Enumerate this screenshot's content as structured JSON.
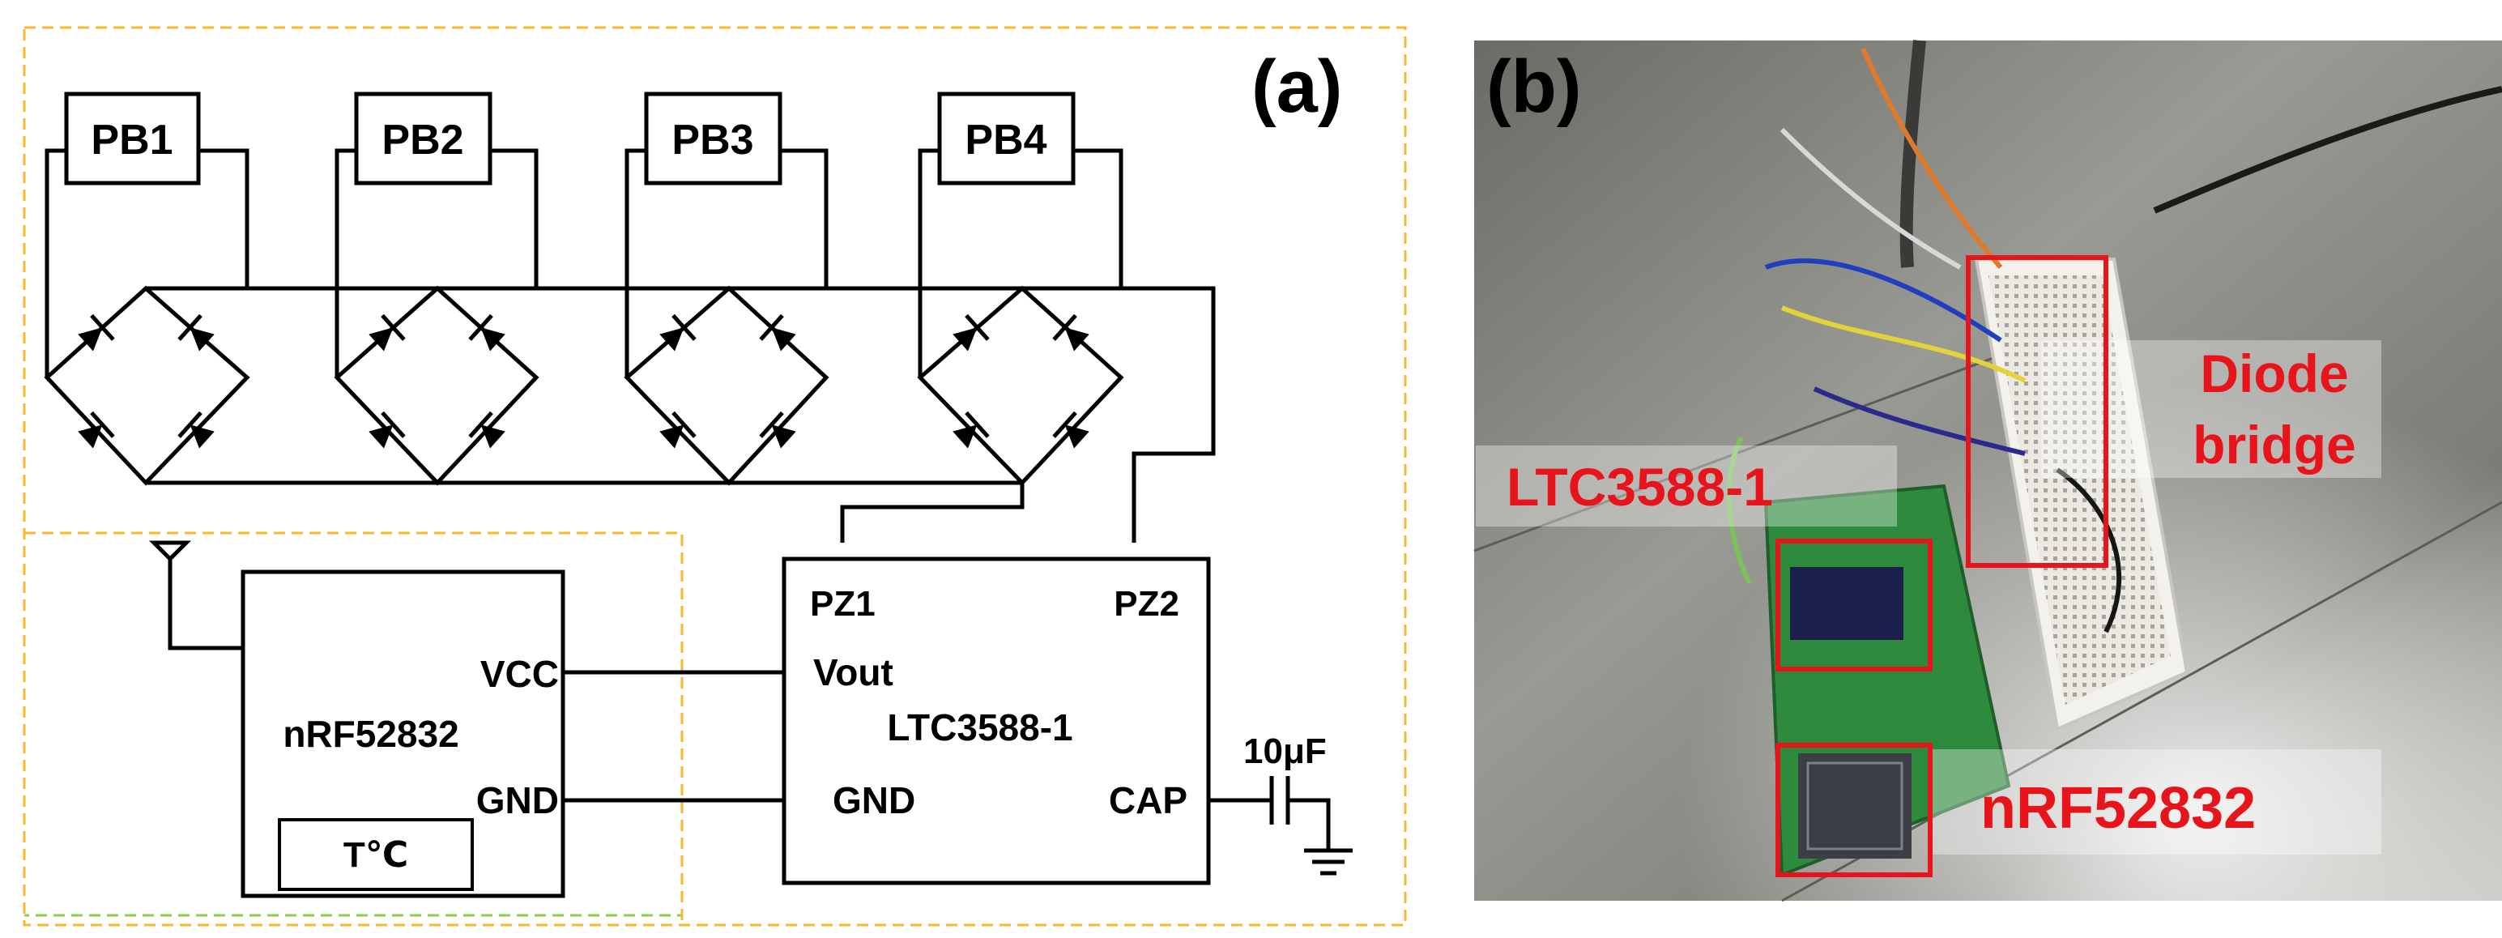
{
  "panel_a": {
    "tag": "(a)",
    "piezo_blocks": [
      "PB1",
      "PB2",
      "PB3",
      "PB4"
    ],
    "harvester": {
      "name": "LTC3588-1",
      "pins": {
        "in1": "PZ1",
        "in2": "PZ2",
        "out": "Vout",
        "gnd": "GND",
        "cap": "CAP"
      }
    },
    "mcu": {
      "name": "nRF52832",
      "pins": {
        "vcc": "VCC",
        "gnd": "GND"
      },
      "sensor": "T℃"
    },
    "capacitor": "10μF"
  },
  "panel_b": {
    "tag": "(b)",
    "labels": {
      "diode_bridge_line1": "Diode",
      "diode_bridge_line2": "bridge",
      "harvester": "LTC3588-1",
      "mcu": "nRF52832"
    },
    "colors": {
      "label_text": "#e8141b",
      "highlight_box": "#e8141b",
      "board_green": "#2e8a3c"
    }
  },
  "colors": {
    "dashed_orange": "#f5b82e",
    "dashed_green": "#8fce4a",
    "wire": "#000000"
  }
}
